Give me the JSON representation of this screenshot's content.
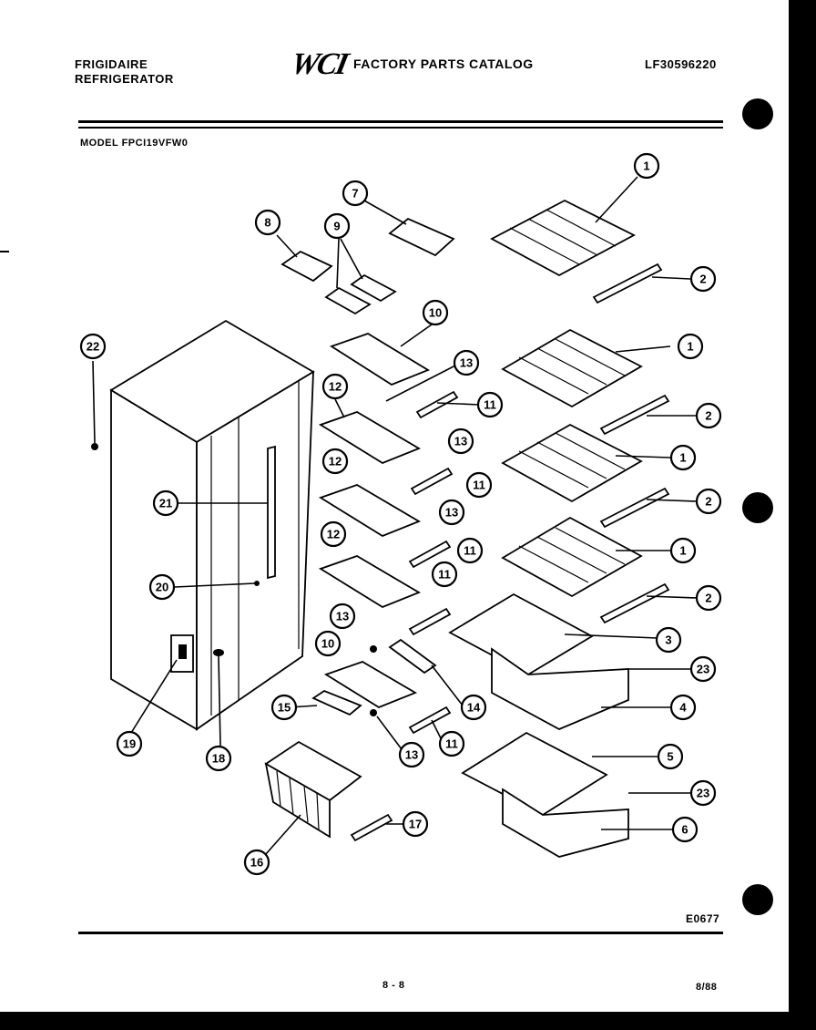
{
  "header": {
    "brand_line1": "FRIGIDAIRE",
    "brand_line2": "REFRIGERATOR",
    "logo_text": "WCI",
    "catalog_title": "FACTORY PARTS CATALOG",
    "catalog_number": "LF30596220"
  },
  "model_label": "MODEL FPCI19VFW0",
  "diagram": {
    "callouts": [
      "1",
      "2",
      "7",
      "8",
      "9",
      "10",
      "13",
      "11",
      "12",
      "22",
      "21",
      "20",
      "19",
      "18",
      "3",
      "23",
      "4",
      "14",
      "15",
      "16",
      "17",
      "5",
      "6"
    ]
  },
  "footer": {
    "figure_code": "E0677",
    "page_number": "8 - 8",
    "date": "8/88"
  }
}
